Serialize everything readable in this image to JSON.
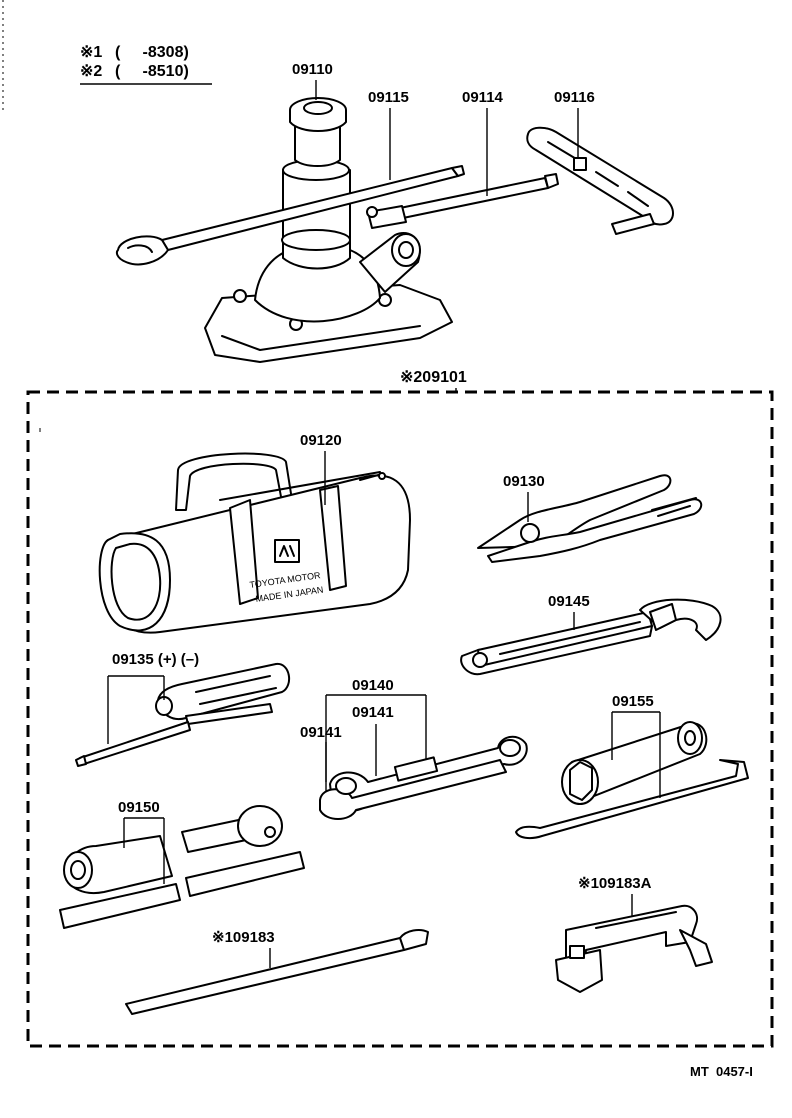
{
  "notes": [
    {
      "mark": "※1",
      "range": "(     -8308)"
    },
    {
      "mark": "※2",
      "range": "(     -8510)"
    }
  ],
  "kit_label": "※209101",
  "footer": "MT  0457-I",
  "bag_text": {
    "line1": "TOYOTA MOTOR",
    "line2": "MADE IN JAPAN"
  },
  "parts": {
    "jack": "09110",
    "jack_handle": "09115",
    "extension_bar": "09114",
    "jack_lever": "09116",
    "tool_bag": "09120",
    "pliers": "09130",
    "adjustable_wrench": "09145",
    "screwdriver": "09135 (+) (–)",
    "wrench_set": "09140",
    "wrench_a": "09141",
    "wrench_b": "09141",
    "plug_wrench": "09155",
    "socket_wrench": "09150",
    "lug_bar": "※109183",
    "hub_tool": "※109183A"
  }
}
